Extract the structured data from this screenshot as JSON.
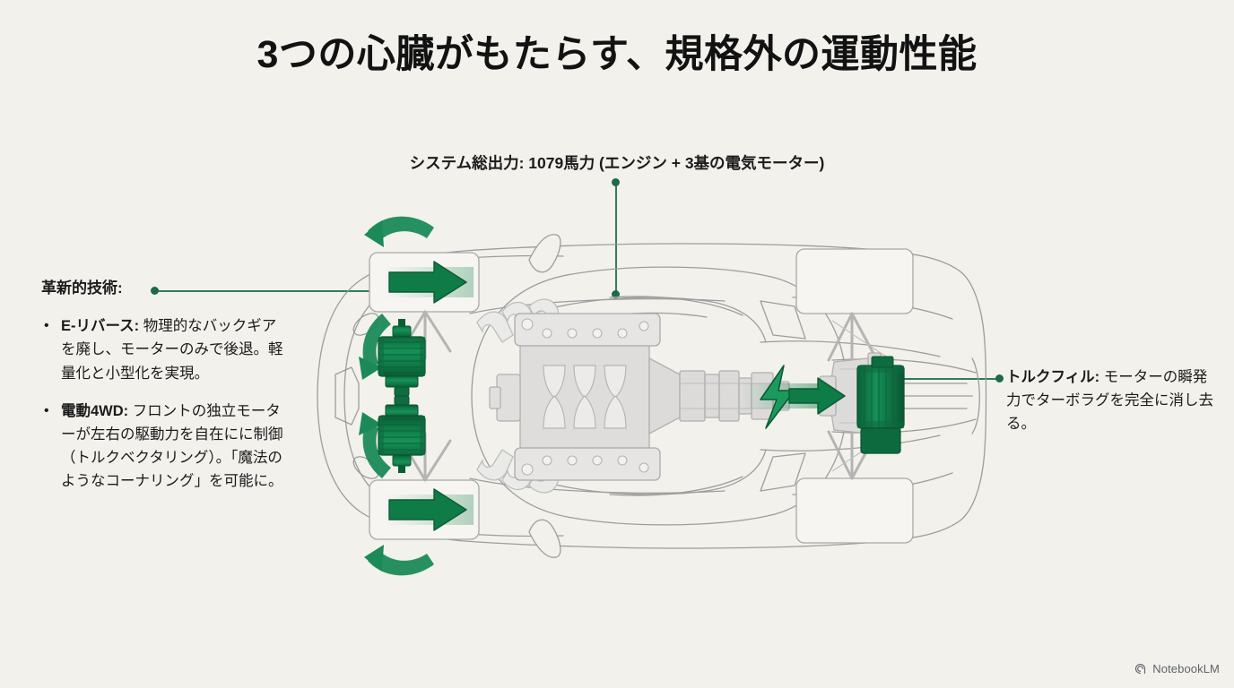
{
  "slide": {
    "title": "3つの心臓がもたらす、規格外の運動性能",
    "background_color": "#f2f1ec"
  },
  "top_annotation": {
    "text": "システム総出力: 1079馬力 (エンジン + 3基の電気モーター)"
  },
  "left_annotation": {
    "heading": "革新的技術:",
    "bullets": [
      {
        "bullet_glyph": "•",
        "lead": "E-リバース:",
        "body": " 物理的なバックギアを廃し、モーターのみで後退。軽量化と小型化を実現。"
      },
      {
        "bullet_glyph": "•",
        "lead": "電動4WD:",
        "body": " フロントの独立モーターが左右の駆動力を自在にに制御（トルクベクタリング）。「魔法のようなコーナリング」を可能に。"
      }
    ]
  },
  "right_annotation": {
    "lead": "トルクフィル:",
    "body": " モーターの瞬発力でターボラグを完全に消し去る。"
  },
  "diagram": {
    "name": "hypercar-powertrain-top-view",
    "accent_green": "#0f7b47",
    "line_gray": "#9a9a9a",
    "part_fill": "#e3e3e1",
    "components": [
      "front-left-electric-motor",
      "front-right-electric-motor",
      "v-engine-block",
      "transmission",
      "rear-electric-motor",
      "torque-vectoring-arrows",
      "lightning-bolt"
    ]
  },
  "footer": {
    "logo_label": "NotebookLM",
    "logo_icon": "notebooklm-spiral-icon"
  },
  "colors": {
    "accent": "#0f7b47",
    "connector": "#2e7d5b",
    "text": "#1b1b1b",
    "footer_text": "#5f6368"
  }
}
